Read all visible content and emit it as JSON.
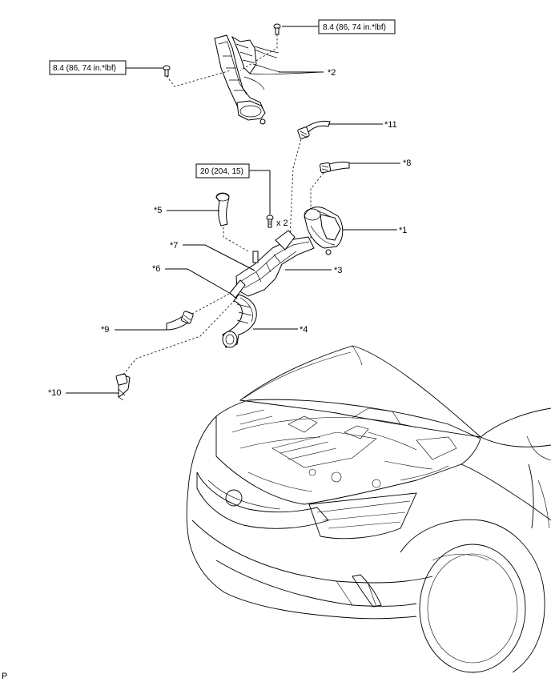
{
  "torque_specs": {
    "spec_top_right": "8.4 (86, 74 in.*lbf)",
    "spec_top_left": "8.4 (86, 74 in.*lbf)",
    "spec_bolts": "20 (204, 15)"
  },
  "quantity_note": "x 2",
  "callouts": {
    "c1": "*1",
    "c2": "*2",
    "c3": "*3",
    "c4": "*4",
    "c5": "*5",
    "c6": "*6",
    "c7": "*7",
    "c8": "*8",
    "c9": "*9",
    "c10": "*10",
    "c11": "*11"
  },
  "corner_mark": "P"
}
